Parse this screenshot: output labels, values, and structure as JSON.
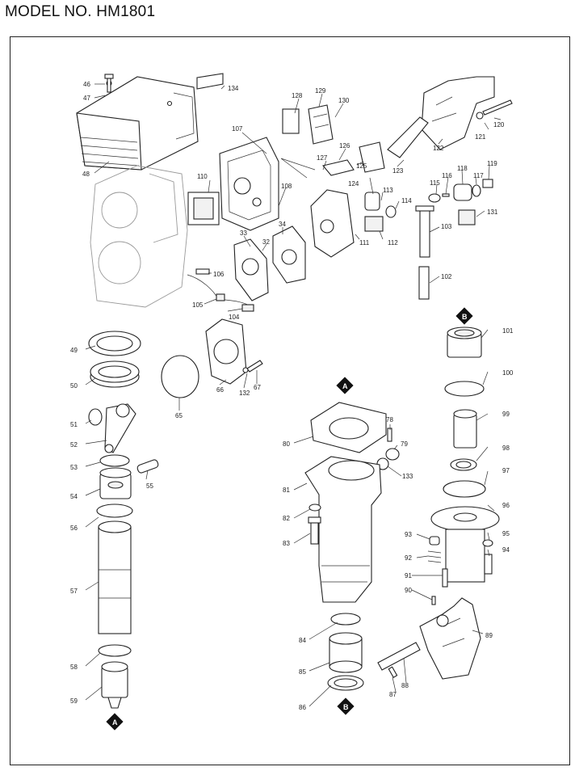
{
  "header": {
    "model": "MODEL NO. HM1801"
  },
  "callouts": [
    {
      "id": "c46",
      "text": "46"
    },
    {
      "id": "c47",
      "text": "47"
    },
    {
      "id": "c48",
      "text": "48"
    },
    {
      "id": "c134",
      "text": "134"
    },
    {
      "id": "c107",
      "text": "107"
    },
    {
      "id": "c110",
      "text": "110"
    },
    {
      "id": "c128",
      "text": "128"
    },
    {
      "id": "c129",
      "text": "129"
    },
    {
      "id": "c130",
      "text": "130"
    },
    {
      "id": "c126",
      "text": "126"
    },
    {
      "id": "c127",
      "text": "127"
    },
    {
      "id": "c124",
      "text": "124"
    },
    {
      "id": "c125",
      "text": "125"
    },
    {
      "id": "c123",
      "text": "123"
    },
    {
      "id": "c122",
      "text": "122"
    },
    {
      "id": "c121",
      "text": "121"
    },
    {
      "id": "c120",
      "text": "120"
    },
    {
      "id": "c108",
      "text": "108"
    },
    {
      "id": "c113",
      "text": "113"
    },
    {
      "id": "c114",
      "text": "114"
    },
    {
      "id": "c115",
      "text": "115"
    },
    {
      "id": "c116",
      "text": "116"
    },
    {
      "id": "c118",
      "text": "118"
    },
    {
      "id": "c117",
      "text": "117"
    },
    {
      "id": "c119",
      "text": "119"
    },
    {
      "id": "c131",
      "text": "131"
    },
    {
      "id": "c111",
      "text": "111"
    },
    {
      "id": "c112",
      "text": "112"
    },
    {
      "id": "c103",
      "text": "103"
    },
    {
      "id": "c102",
      "text": "102"
    },
    {
      "id": "c33",
      "text": "33"
    },
    {
      "id": "c34",
      "text": "34"
    },
    {
      "id": "c32",
      "text": "32"
    },
    {
      "id": "c106",
      "text": "106"
    },
    {
      "id": "c105",
      "text": "105"
    },
    {
      "id": "c104",
      "text": "104"
    },
    {
      "id": "c66",
      "text": "66"
    },
    {
      "id": "c132",
      "text": "132"
    },
    {
      "id": "c67",
      "text": "67"
    },
    {
      "id": "c65",
      "text": "65"
    },
    {
      "id": "c49",
      "text": "49"
    },
    {
      "id": "c50",
      "text": "50"
    },
    {
      "id": "c51",
      "text": "51"
    },
    {
      "id": "c52",
      "text": "52"
    },
    {
      "id": "c53",
      "text": "53"
    },
    {
      "id": "c54",
      "text": "54"
    },
    {
      "id": "c55",
      "text": "55"
    },
    {
      "id": "c56",
      "text": "56"
    },
    {
      "id": "c57",
      "text": "57"
    },
    {
      "id": "c58",
      "text": "58"
    },
    {
      "id": "c59",
      "text": "59"
    },
    {
      "id": "c101",
      "text": "101"
    },
    {
      "id": "c100",
      "text": "100"
    },
    {
      "id": "c99",
      "text": "99"
    },
    {
      "id": "c98",
      "text": "98"
    },
    {
      "id": "c97",
      "text": "97"
    },
    {
      "id": "c96",
      "text": "96"
    },
    {
      "id": "c95",
      "text": "95"
    },
    {
      "id": "c94",
      "text": "94"
    },
    {
      "id": "c93",
      "text": "93"
    },
    {
      "id": "c92",
      "text": "92"
    },
    {
      "id": "c91",
      "text": "91"
    },
    {
      "id": "c90",
      "text": "90"
    },
    {
      "id": "c89",
      "text": "89"
    },
    {
      "id": "c88",
      "text": "88"
    },
    {
      "id": "c87",
      "text": "87"
    },
    {
      "id": "c80",
      "text": "80"
    },
    {
      "id": "c78",
      "text": "78"
    },
    {
      "id": "c79",
      "text": "79"
    },
    {
      "id": "c133",
      "text": "133"
    },
    {
      "id": "c81",
      "text": "81"
    },
    {
      "id": "c82",
      "text": "82"
    },
    {
      "id": "c83",
      "text": "83"
    },
    {
      "id": "c84",
      "text": "84"
    },
    {
      "id": "c85",
      "text": "85"
    },
    {
      "id": "c86",
      "text": "86"
    }
  ],
  "markers": [
    {
      "id": "mA1",
      "text": "A"
    },
    {
      "id": "mA2",
      "text": "A"
    },
    {
      "id": "mB1",
      "text": "B"
    },
    {
      "id": "mB2",
      "text": "B"
    }
  ]
}
